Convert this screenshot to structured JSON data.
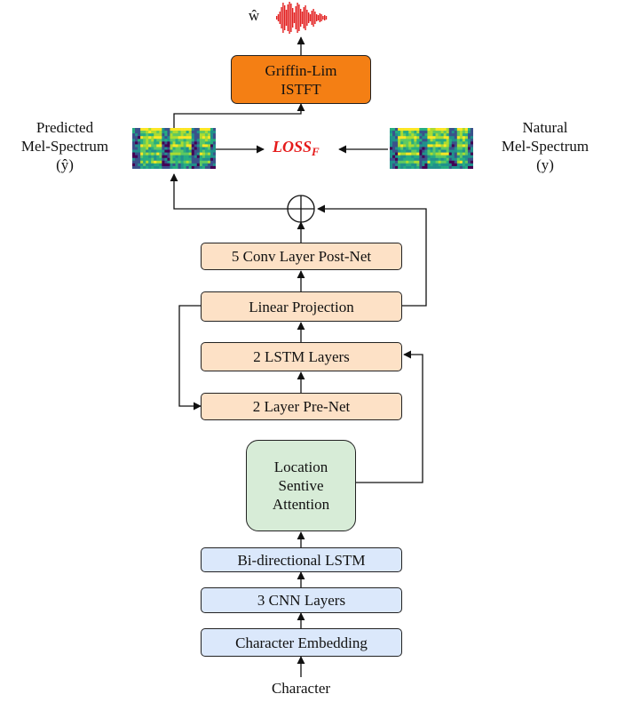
{
  "output_symbol": "ŵ",
  "blocks": {
    "griffin_lim": [
      "Griffin-Lim",
      "ISTFT"
    ],
    "post_net": "5 Conv Layer Post-Net",
    "linear_projection": "Linear Projection",
    "lstm_layers": "2 LSTM Layers",
    "pre_net": "2 Layer Pre-Net",
    "attention": [
      "Location",
      "Sentive",
      "Attention"
    ],
    "bilstm": "Bi-directional LSTM",
    "cnn": "3 CNN Layers",
    "embedding": "Character Embedding"
  },
  "labels": {
    "predicted": [
      "Predicted",
      "Mel-Spectrum",
      "(ŷ)"
    ],
    "natural": [
      "Natural",
      "Mel-Spectrum",
      "(y)"
    ],
    "input": "Character"
  },
  "loss": {
    "base": "LOSS",
    "subscript": "F"
  },
  "colors": {
    "prenet_family": "#fde1c6",
    "encoder_family": "#dbe8fb",
    "attention": "#d7ecd7",
    "vocoder": "#f47f14",
    "loss": "#e51b1b",
    "waveform": "#e32020"
  },
  "icons": [
    "waveform-icon",
    "spectrogram-icon",
    "sum-icon"
  ]
}
